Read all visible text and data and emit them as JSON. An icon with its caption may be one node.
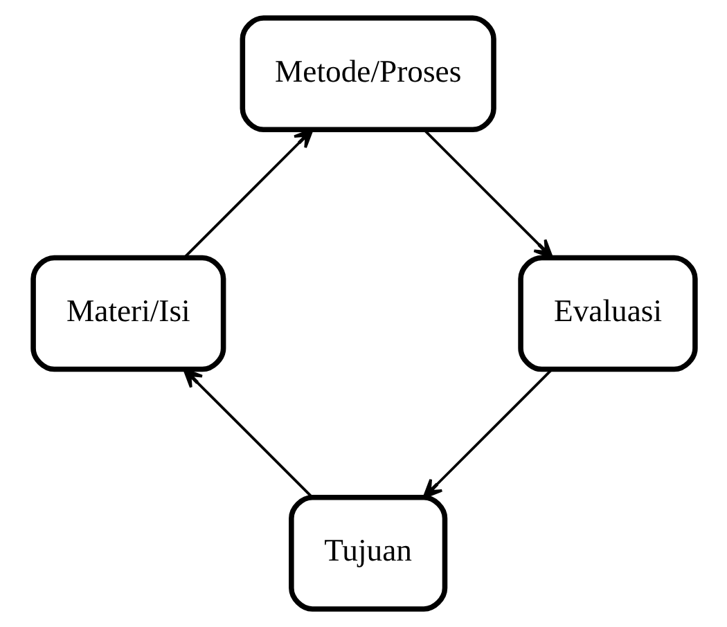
{
  "diagram": {
    "nodes": [
      {
        "text": [
          "Tujuan"
        ]
      },
      {
        "text": [
          "Materi/Isi"
        ]
      },
      {
        "text": [
          "Metode/Proses"
        ]
      },
      {
        "text": [
          "Evaluasi"
        ]
      }
    ],
    "edges": [
      {
        "from": 0,
        "to": 1,
        "arrow": "to"
      },
      {
        "from": 1,
        "to": 2,
        "arrow": "to"
      },
      {
        "from": 2,
        "to": 3,
        "arrow": "to"
      },
      {
        "from": 3,
        "to": 0,
        "arrow": "to"
      }
    ]
  }
}
